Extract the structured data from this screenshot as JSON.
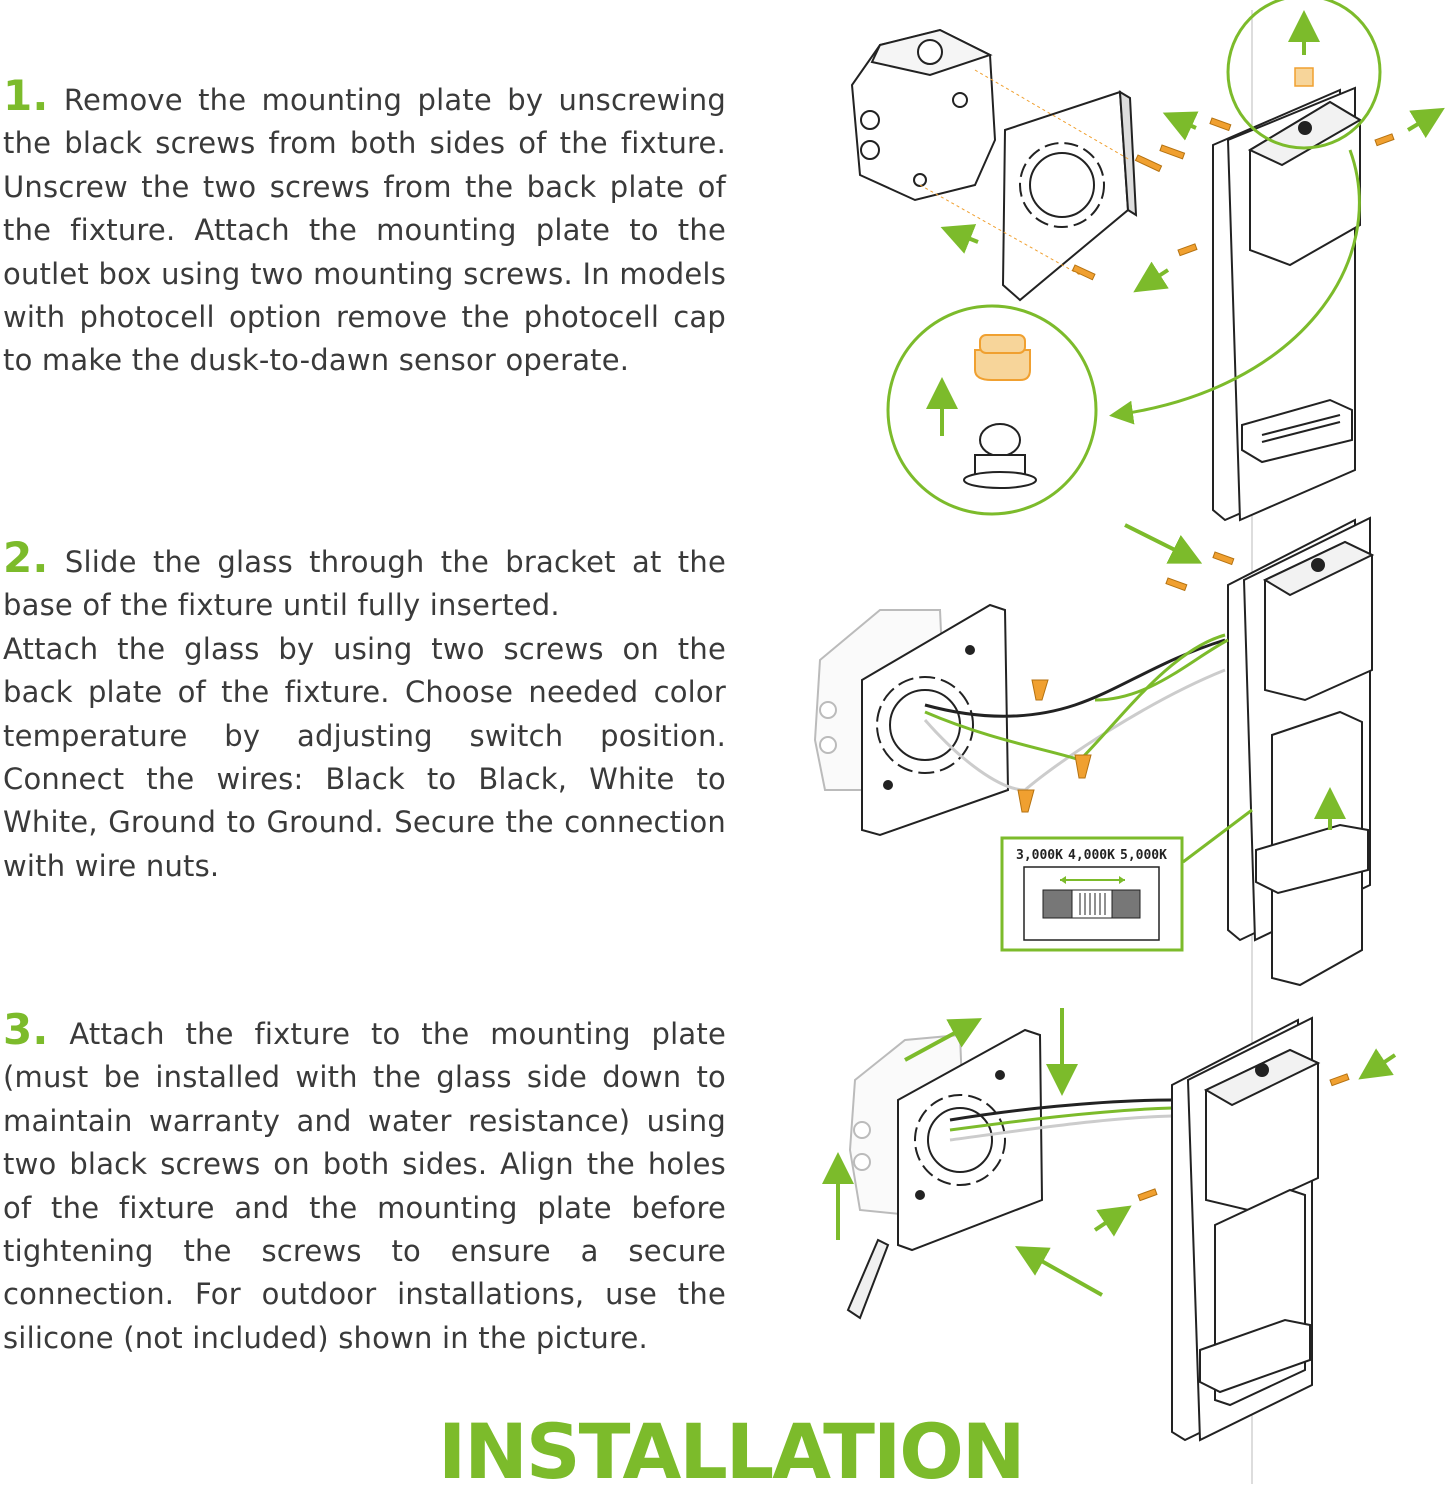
{
  "steps": [
    {
      "number": "1.",
      "text": "Remove the mounting plate by unscrewing the black screws from both sides of the fixture. Unscrew the two screws from the back plate of the fixture. Attach the mounting plate to the outlet box using two mounting screws. In models with photocell option remove the photocell cap to make the dusk-to-dawn sensor operate."
    },
    {
      "number": "2.",
      "text": "Slide the glass through the bracket at the base of the fixture until fully inserted.",
      "text2": "Attach the glass by using two screws on the back plate of the fixture. Choose needed color temperature by adjusting switch position. Connect the wires: Black to Black, White to White, Ground to Ground. Secure the connection with wire nuts."
    },
    {
      "number": "3.",
      "text": "Attach the fixture to the mounting plate (must be installed with the glass side down to maintain warranty and water resistance) using two black screws on both sides. Align the holes of the fixture and the mounting plate before tightening the screws to ensure a secure connection. For outdoor installations, use the silicone (not included) shown in the picture."
    }
  ],
  "title": "INSTALLATION",
  "cct_switch": {
    "options": [
      "3,000K",
      "4,000K",
      "5,000K"
    ]
  },
  "colors": {
    "accent_green": "#7cbb2b",
    "screw_orange": "#f0a030",
    "text_gray": "#3a3a3a"
  }
}
